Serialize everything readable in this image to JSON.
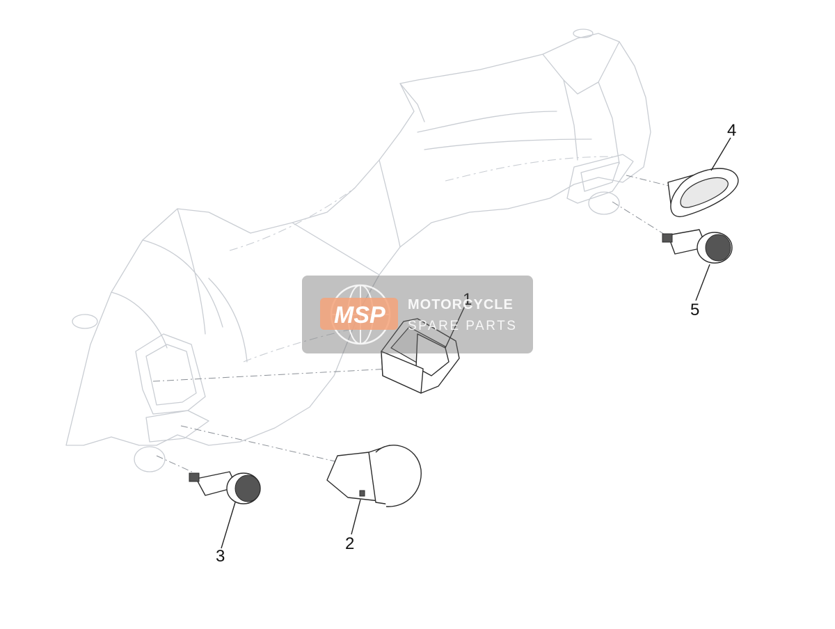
{
  "diagram": {
    "callouts": [
      {
        "id": "1",
        "label": "1"
      },
      {
        "id": "2",
        "label": "2"
      },
      {
        "id": "3",
        "label": "3"
      },
      {
        "id": "4",
        "label": "4"
      },
      {
        "id": "5",
        "label": "5"
      }
    ]
  },
  "watermark": {
    "logo": "MSP",
    "line1": "MOTORCYCLE",
    "line2": "SPARE PARTS",
    "accent_color": "#f4a37a"
  }
}
